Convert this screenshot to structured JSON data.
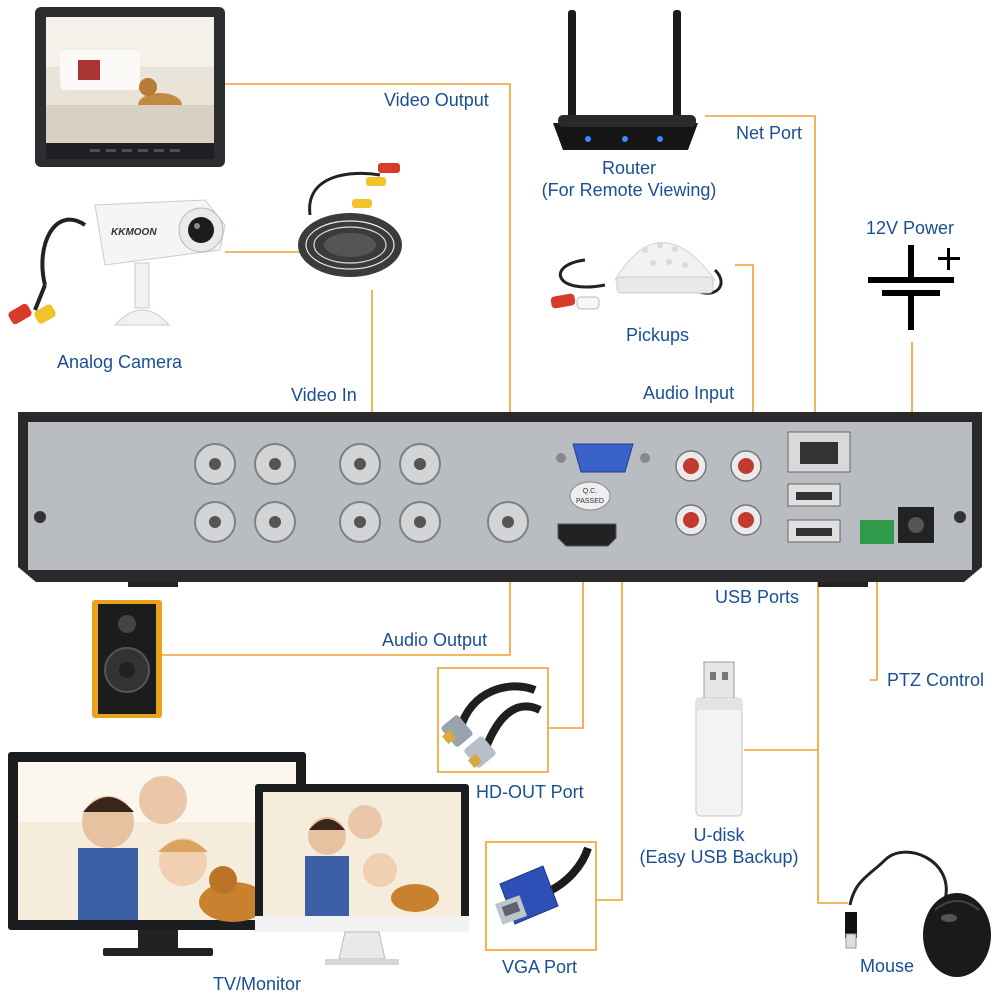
{
  "labels": {
    "video_output": "Video Output",
    "router_line1": "Router",
    "router_line2": "(For Remote Viewing)",
    "net_port": "Net Port",
    "power_12v": "12V Power",
    "analog_camera": "Analog Camera",
    "pickups": "Pickups",
    "video_in": "Video In",
    "audio_input": "Audio Input",
    "usb_ports": "USB Ports",
    "ptz_control": "PTZ Control",
    "audio_output": "Audio Output",
    "hd_out_port": "HD-OUT Port",
    "u_disk_line1": "U-disk",
    "u_disk_line2": "(Easy USB Backup)",
    "tv_monitor": "TV/Monitor",
    "vga_port": "VGA Port",
    "mouse": "Mouse"
  },
  "logos": {
    "camera_brand": "KKMOON",
    "qc_sticker_line1": "Q.C.",
    "qc_sticker_line2": "PASSED"
  },
  "colors": {
    "label_text": "#1a4f93",
    "connector_line": "#f0a030",
    "dvr_panel": "#b9bcc0",
    "dvr_frame": "#2a2a2a"
  }
}
